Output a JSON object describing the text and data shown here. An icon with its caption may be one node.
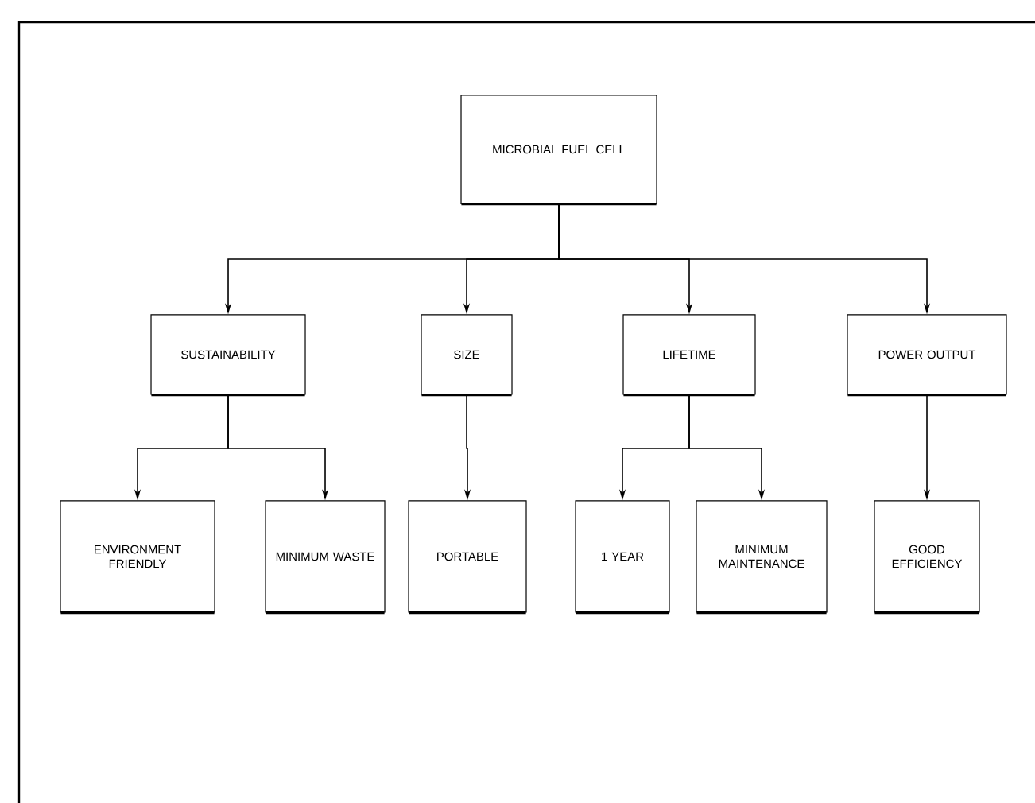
{
  "diagram": {
    "nodes": [
      {
        "text": [
          "MICROBIAL FUEL CELL"
        ]
      },
      {
        "text": [
          "SUSTAINABILITY"
        ]
      },
      {
        "text": [
          "SIZE"
        ]
      },
      {
        "text": [
          "LIFETIME"
        ]
      },
      {
        "text": [
          "POWER OUTPUT"
        ]
      },
      {
        "text": [
          "ENVIRONMENT FRIENDLY"
        ]
      },
      {
        "text": [
          "MINIMUM WASTE"
        ]
      },
      {
        "text": [
          "PORTABLE"
        ]
      },
      {
        "text": [
          "1 YEAR"
        ]
      },
      {
        "text": [
          "MINIMUM MAINTENANCE"
        ]
      },
      {
        "text": [
          "GOOD EFFICIENCY"
        ]
      }
    ],
    "edges": [
      {
        "from": 0,
        "to": 1,
        "arrow": "to"
      },
      {
        "from": 0,
        "to": 2,
        "arrow": "to"
      },
      {
        "from": 0,
        "to": 3,
        "arrow": "to"
      },
      {
        "from": 0,
        "to": 4,
        "arrow": "to"
      },
      {
        "from": 1,
        "to": 5,
        "arrow": "to"
      },
      {
        "from": 1,
        "to": 6,
        "arrow": "to"
      },
      {
        "from": 2,
        "to": 7,
        "arrow": "to"
      },
      {
        "from": 3,
        "to": 8,
        "arrow": "to"
      },
      {
        "from": 3,
        "to": 9,
        "arrow": "to"
      },
      {
        "from": 4,
        "to": 10,
        "arrow": "to"
      }
    ]
  }
}
